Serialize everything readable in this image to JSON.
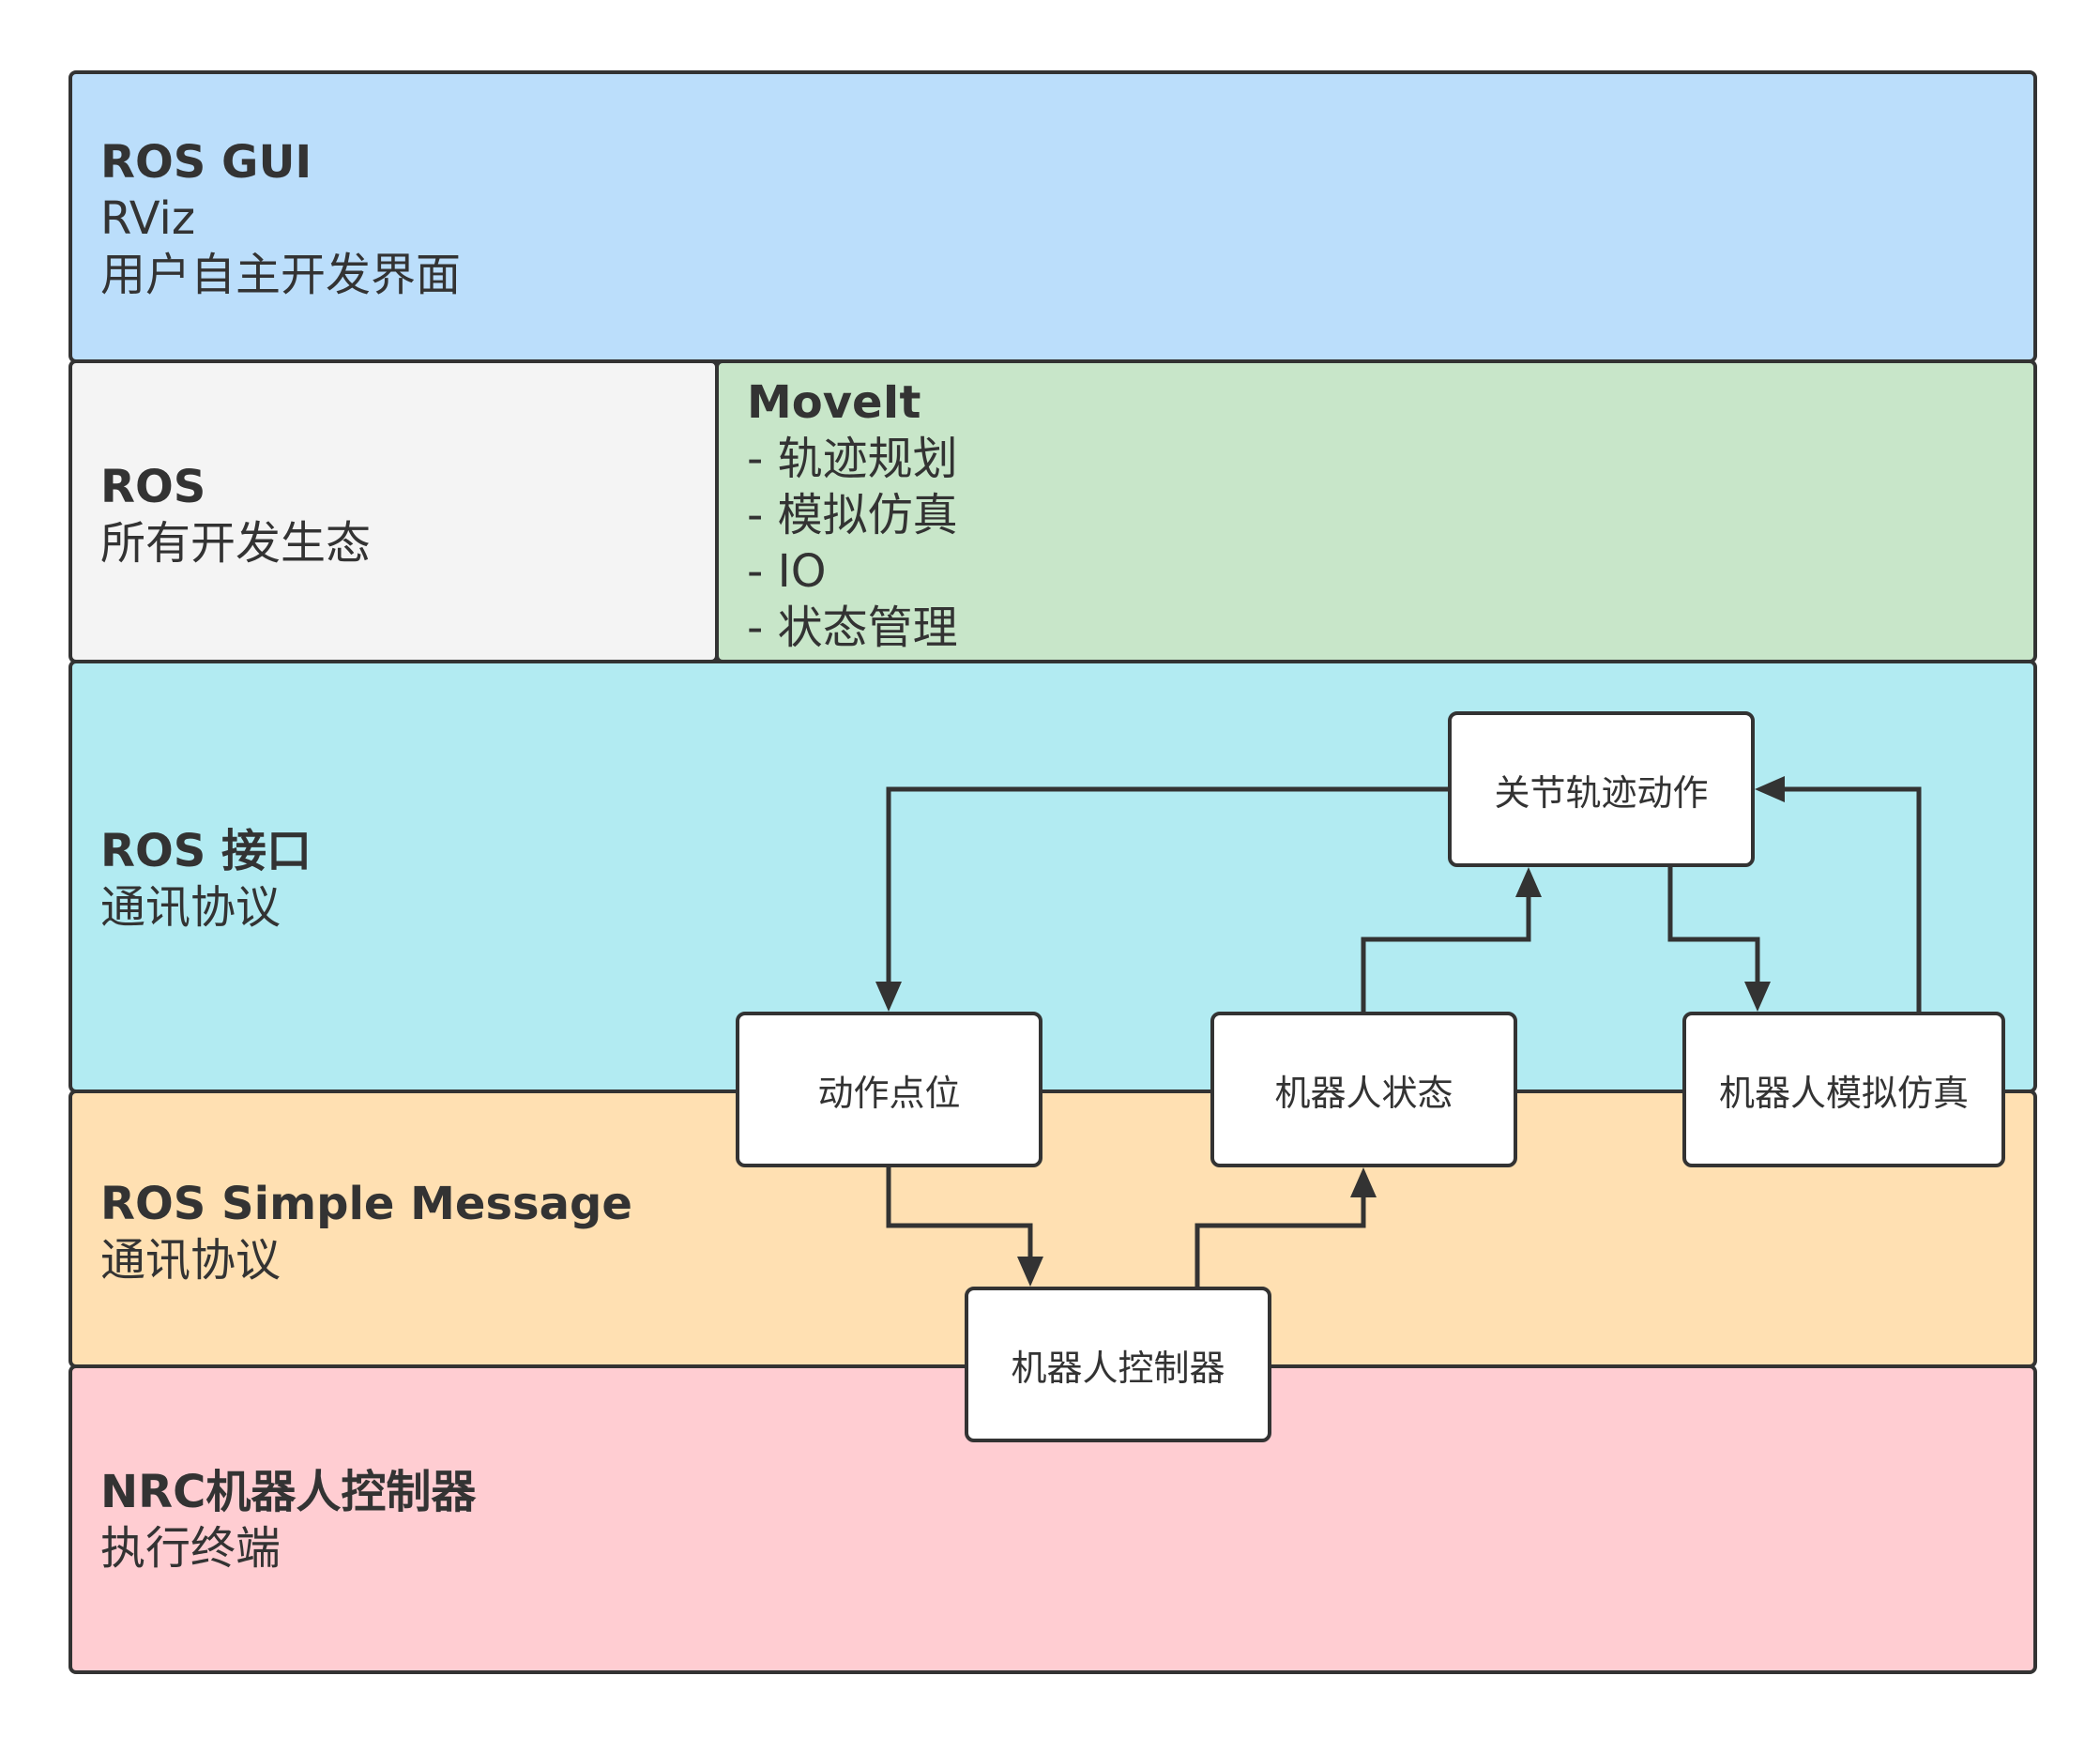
{
  "layers": {
    "gui": {
      "title": "ROS GUI",
      "lines": [
        "RViz",
        "用户自主开发界面"
      ],
      "color": "#bbdefb"
    },
    "ros": {
      "title": "ROS",
      "lines": [
        "所有开发生态"
      ],
      "color": "#f4f4f4"
    },
    "moveit": {
      "title": "MoveIt",
      "lines": [
        "- 轨迹规划",
        "- 模拟仿真",
        "- IO",
        "- 状态管理"
      ],
      "color": "#c8e6c9"
    },
    "ros_interface": {
      "title": "ROS 接口",
      "lines": [
        "通讯协议"
      ],
      "color": "#b2ebf2"
    },
    "simple_message": {
      "title": "ROS Simple Message",
      "lines": [
        "通讯协议"
      ],
      "color": "#ffe0b2"
    },
    "nrc": {
      "title": "NRC机器人控制器",
      "lines": [
        "执行终端"
      ],
      "color": "#ffcdd2"
    }
  },
  "nodes": {
    "joint_trajectory": "关节轨迹动作",
    "action_point": "动作点位",
    "robot_state": "机器人状态",
    "robot_simulation": "机器人模拟仿真",
    "robot_controller": "机器人控制器"
  },
  "edges": [
    {
      "from": "joint_trajectory",
      "to": "action_point"
    },
    {
      "from": "robot_state",
      "to": "joint_trajectory"
    },
    {
      "from": "robot_simulation",
      "to": "joint_trajectory"
    },
    {
      "from": "joint_trajectory",
      "to": "robot_simulation"
    },
    {
      "from": "action_point",
      "to": "robot_controller"
    },
    {
      "from": "robot_controller",
      "to": "robot_state"
    }
  ]
}
